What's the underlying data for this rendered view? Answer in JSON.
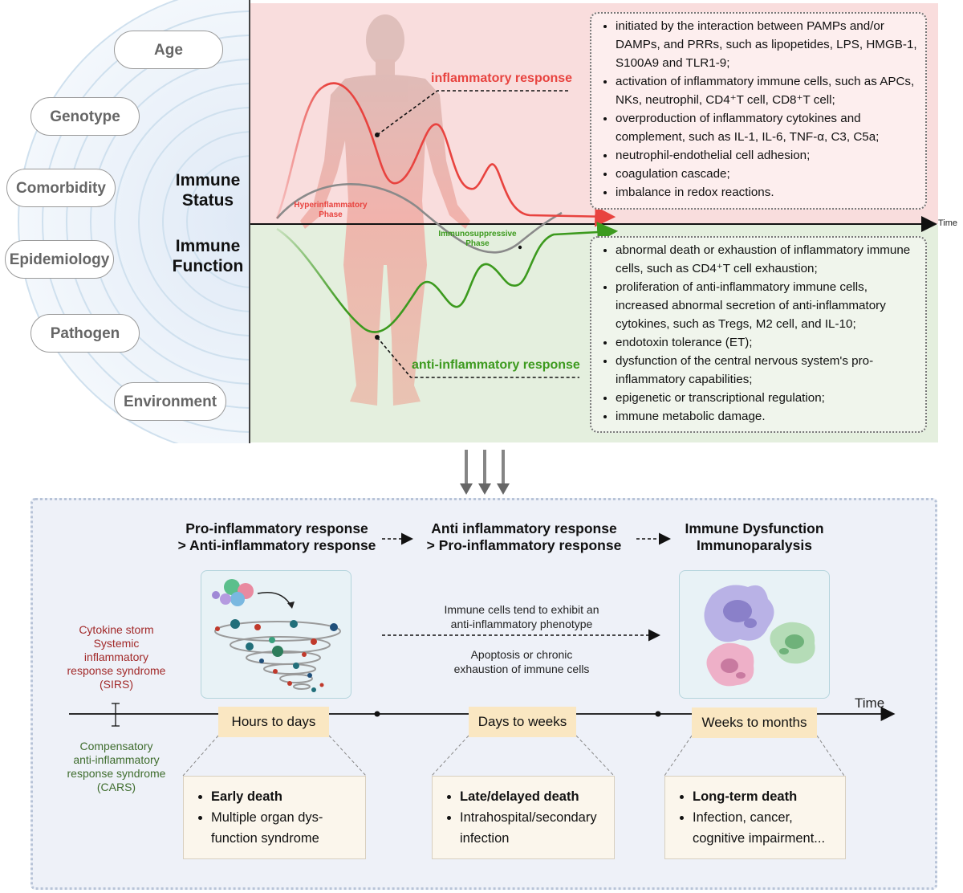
{
  "factors": [
    "Age",
    "Genotype",
    "Comorbidity",
    "Epidemiology",
    "Pathogen",
    "Environment"
  ],
  "immune_status_label": "Immune\nStatus",
  "immune_function_label": "Immune\nFunction",
  "time_label_top": "Time",
  "inflammatory_label": "inflammatory response",
  "anti_inflammatory_label": "anti-inflammatory response",
  "hyper_phase_label": "Hyperinflammatory\nPhase",
  "immunosuppressive_phase_label": "Immunosuppressive\nPhase",
  "inflammatory_points": [
    "initiated by the interaction between PAMPs and/or DAMPs, and PRRs, such as lipopetides, LPS, HMGB-1, S100A9 and TLR1-9;",
    "activation of inflammatory immune cells, such as APCs, NKs, neutrophil, CD4⁺T cell, CD8⁺T cell;",
    "overproduction of inflammatory cytokines and complement, such as IL-1, IL-6, TNF-α, C3, C5a;",
    "neutrophil-endothelial cell adhesion;",
    "coagulation cascade;",
    "imbalance in redox reactions."
  ],
  "anti_inflammatory_points": [
    "abnormal death or exhaustion of inflammatory immune cells, such as CD4⁺T cell exhaustion;",
    "proliferation of anti-inflammatory immune cells, increased abnormal secretion of anti-inflammatory cytokines, such as Tregs, M2 cell, and IL-10;",
    "endotoxin tolerance (ET);",
    "dysfunction of the central nervous system's pro-inflammatory capabilities;",
    "epigenetic or transcriptional regulation;",
    "immune metabolic damage."
  ],
  "stages": [
    {
      "title": "Pro-inflammatory response\n> Anti-inflammatory response",
      "time": "Hours to days",
      "death": "Early death",
      "detail": "Multiple organ dys-\nfunction syndrome"
    },
    {
      "title": "Anti inflammatory response\n> Pro-inflammatory response",
      "time": "Days to weeks",
      "death": "Late/delayed death",
      "detail": "Intrahospital/secondary\ninfection"
    },
    {
      "title": "Immune Dysfunction\nImmunoparalysis",
      "time": "Weeks to months",
      "death": "Long-term death",
      "detail": "Infection, cancer,\ncognitive impairment..."
    }
  ],
  "middle_text_1": "Immune cells tend to exhibit an\nanti-inflammatory phenotype",
  "middle_text_2": "Apoptosis or chronic\nexhaustion of immune cells",
  "sirs_label": "Cytokine storm\nSystemic\ninflammatory\nresponse syndrome\n(SIRS)",
  "cars_label": "Compensatory\nanti-inflammatory\nresponse syndrome\n(CARS)",
  "time_label_bottom": "Time",
  "colors": {
    "red": "#e8433f",
    "green": "#3c9a1e",
    "gray": "#8a8a8a",
    "sirs": "#a22a2a",
    "cars": "#3f6d2e"
  }
}
